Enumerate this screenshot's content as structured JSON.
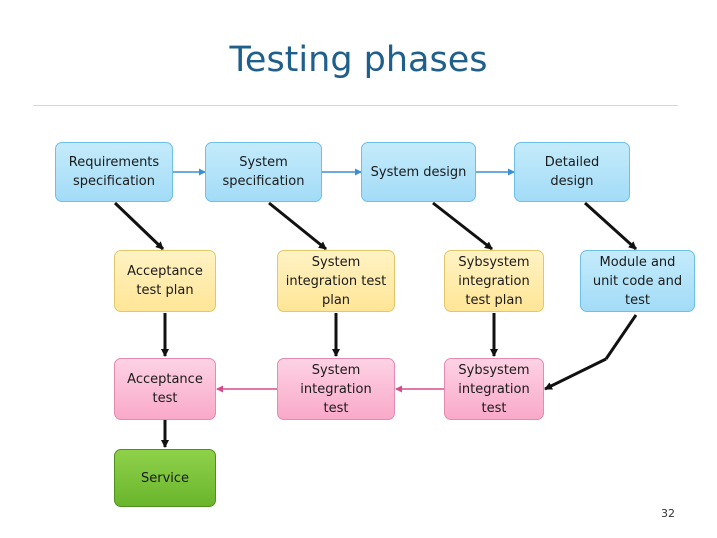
{
  "title": "Testing phases",
  "boxes": {
    "requirements_spec": "Requirements\nspecification",
    "system_spec": "System\nspecification",
    "system_design": "System design",
    "detailed_design": "Detailed\ndesign",
    "acceptance_test_plan": "Acceptance\ntest plan",
    "system_integration_test_plan": "System\nintegration test\nplan",
    "subsystem_integration_test_plan": "Sybsystem\nintegration\ntest plan",
    "module_unit_code_test": "Module and\nunit code and\ntest",
    "acceptance_test": "Acceptance\ntest",
    "system_integration_test": "System\nintegration\ntest",
    "subsystem_integration_test": "Sybsystem\nintegration\ntest",
    "service": "Service"
  },
  "page_number": "32"
}
